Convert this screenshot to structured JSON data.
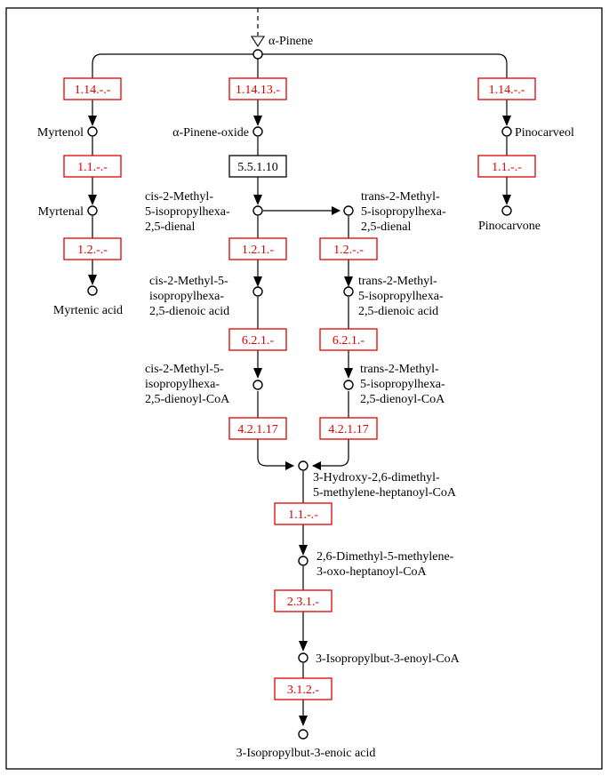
{
  "compounds": {
    "alpha_pinene": "α-Pinene",
    "myrtenol": "Myrtenol",
    "alpha_pinene_oxide": "α-Pinene-oxide",
    "pinocarveol": "Pinocarveol",
    "myrtenal": "Myrtenal",
    "pinocarvone": "Pinocarvone",
    "myrtenic_acid": "Myrtenic acid",
    "cis_dienal": [
      "cis-2-Methyl-",
      "5-isopropylhexa-",
      "2,5-dienal"
    ],
    "trans_dienal": [
      "trans-2-Methyl-",
      "5-isopropylhexa-",
      "2,5-dienal"
    ],
    "cis_dienoic": [
      "cis-2-Methyl-5-",
      "isopropylhexa-",
      "2,5-dienoic acid"
    ],
    "trans_dienoic": [
      "trans-2-Methyl-",
      "5-isopropylhexa-",
      "2,5-dienoic acid"
    ],
    "cis_dienoyl_coa": [
      "cis-2-Methyl-5-",
      "isopropylhexa-",
      "2,5-dienoyl-CoA"
    ],
    "trans_dienoyl_coa": [
      "trans-2-Methyl-",
      "5-isopropylhexa-",
      "2,5-dienoyl-CoA"
    ],
    "hydroxy_coa": [
      "3-Hydroxy-2,6-dimethyl-",
      "5-methylene-heptanoyl-CoA"
    ],
    "oxo_coa": [
      "2,6-Dimethyl-5-methylene-",
      "3-oxo-heptanoyl-CoA"
    ],
    "enoyl_coa": "3-Isopropylbut-3-enoyl-CoA",
    "enoic_acid": "3-Isopropylbut-3-enoic acid"
  },
  "enzymes": {
    "e_left_1": "1.14.-.-",
    "e_mid_1": "1.14.13.-",
    "e_right_1": "1.14.-.-",
    "e_left_2": "1.1.-.-",
    "e_mid_2": "5.5.1.10",
    "e_right_2": "1.1.-.-",
    "e_left_3": "1.2.-.-",
    "e_cis_1": "1.2.1.-",
    "e_trans_1": "1.2.-.-",
    "e_cis_2": "6.2.1.-",
    "e_trans_2": "6.2.1.-",
    "e_cis_3": "4.2.1.17",
    "e_trans_3": "4.2.1.17",
    "e_bottom_1": "1.1.-.-",
    "e_bottom_2": "2.3.1.-",
    "e_bottom_3": "3.1.2.-"
  },
  "colors": {
    "enzyme_red": "#e00000",
    "enzyme_black_box": "#000000",
    "line": "#000000",
    "background": "#ffffff"
  }
}
